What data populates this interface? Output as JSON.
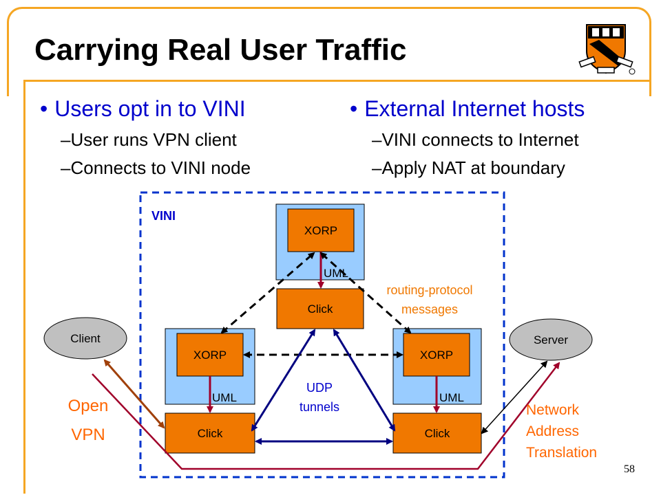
{
  "slide": {
    "title": "Carrying Real User Traffic",
    "page_number": "58",
    "left_bullet": {
      "text": "Users opt in to VINI",
      "subs": [
        "–User runs VPN client",
        "–Connects to VINI node"
      ]
    },
    "right_bullet": {
      "text": "External Internet hosts",
      "subs": [
        "–VINI connects to Internet",
        "–Apply NAT at boundary"
      ]
    }
  },
  "diagram": {
    "vini_label": "VINI",
    "nodes": {
      "xorp_top": "XORP",
      "xorp_left": "XORP",
      "xorp_right": "XORP",
      "click_top": "Click",
      "click_left": "Click",
      "click_right": "Click",
      "uml_top": "UML",
      "uml_left": "UML",
      "uml_right": "UML",
      "client": "Client",
      "server": "Server"
    },
    "labels": {
      "routing_line1": "routing-protocol",
      "routing_line2": "messages",
      "udp_line1": "UDP",
      "udp_line2": "tunnels",
      "openvpn_line1": "Open",
      "openvpn_line2": "VPN",
      "nat_line1": "Network",
      "nat_line2": "Address",
      "nat_line3": "Translation"
    },
    "colors": {
      "orange_box": "#f07800",
      "uml_box": "#99ccff",
      "dark_red": "#a0002a",
      "navy": "#000080",
      "brown": "#a0400a",
      "orange_text": "#ff6600",
      "blue_text": "#0000cc"
    }
  },
  "logo": {
    "name": "princeton-shield-logo"
  }
}
